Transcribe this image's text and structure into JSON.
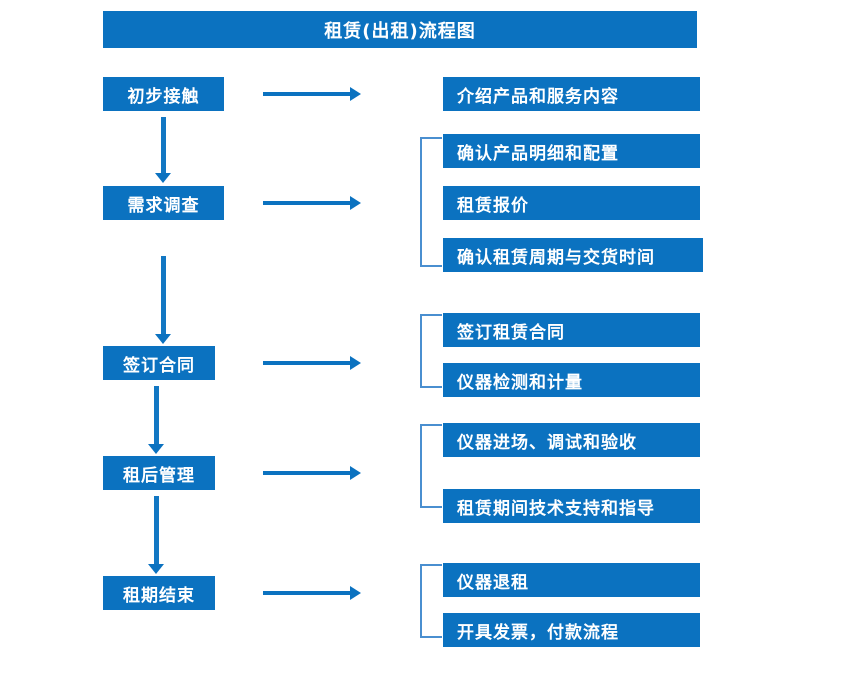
{
  "diagram": {
    "title": "租赁(出租)流程图",
    "accent_color": "#0b72c0",
    "bracket_color": "#4a8fd0",
    "text_color": "#ffffff",
    "background_color": "#ffffff",
    "type": "flowchart",
    "orientation": "vertical-stages-with-horizontal-details"
  },
  "stages": [
    {
      "id": "stage-1",
      "label": "初步接触"
    },
    {
      "id": "stage-2",
      "label": "需求调查"
    },
    {
      "id": "stage-3",
      "label": "签订合同"
    },
    {
      "id": "stage-4",
      "label": "租后管理"
    },
    {
      "id": "stage-5",
      "label": "租期结束"
    }
  ],
  "details": [
    {
      "stage": "初步接触",
      "bracketed": false,
      "items": [
        {
          "label": "介绍产品和服务内容"
        }
      ]
    },
    {
      "stage": "需求调查",
      "bracketed": true,
      "items": [
        {
          "label": "确认产品明细和配置"
        },
        {
          "label": "租赁报价"
        },
        {
          "label": "确认租赁周期与交货时间"
        }
      ]
    },
    {
      "stage": "签订合同",
      "bracketed": true,
      "items": [
        {
          "label": "签订租赁合同"
        },
        {
          "label": "仪器检测和计量"
        }
      ]
    },
    {
      "stage": "租后管理",
      "bracketed": true,
      "items": [
        {
          "label": "仪器进场、调试和验收"
        },
        {
          "label": "租赁期间技术支持和指导"
        }
      ]
    },
    {
      "stage": "租期结束",
      "bracketed": true,
      "items": [
        {
          "label": "仪器退租"
        },
        {
          "label": "开具发票，付款流程"
        }
      ]
    }
  ],
  "connectors": {
    "horizontal_arrow_icon": "arrow-right-icon",
    "vertical_arrow_icon": "arrow-down-icon",
    "bracket_icon": "group-bracket-icon",
    "horizontal_count": 5,
    "vertical_count": 4,
    "bracket_count": 4
  }
}
